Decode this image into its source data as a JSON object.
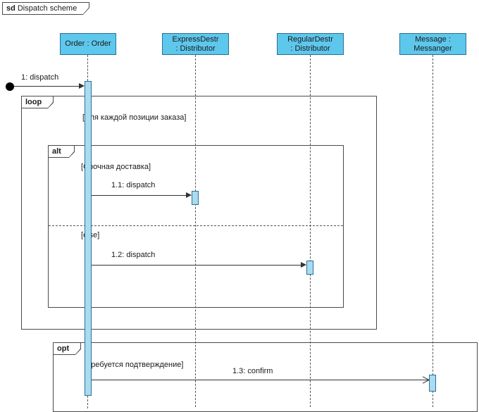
{
  "frame": {
    "keyword": "sd",
    "title": "Dispatch scheme"
  },
  "lifelines": {
    "order": {
      "label": "Order : Order"
    },
    "express": {
      "line1": "ExpressDestr",
      "line2": ": Distributor"
    },
    "regular": {
      "line1": "RegularDestr",
      "line2": ": Distributor"
    },
    "messanger": {
      "line1": "Message :",
      "line2": "Messanger"
    }
  },
  "messages": {
    "m1": "1: dispatch",
    "m1_1": "1.1: dispatch",
    "m1_2": "1.2: dispatch",
    "m1_3": "1.3: confirm"
  },
  "fragments": {
    "loop": {
      "label": "loop",
      "guard": "[Для каждой позиции заказа]"
    },
    "alt": {
      "label": "alt",
      "guard_urgent": "[Срочная доставка]",
      "guard_else": "[else]"
    },
    "opt": {
      "label": "opt",
      "guard": "[Требуется подтверждение]"
    }
  },
  "colors": {
    "lifeline_fill": "#5ec7ec",
    "lifeline_border": "#2e6f94",
    "activation_fill": "#a9dcf1",
    "frame_border": "#4a4a4a"
  }
}
